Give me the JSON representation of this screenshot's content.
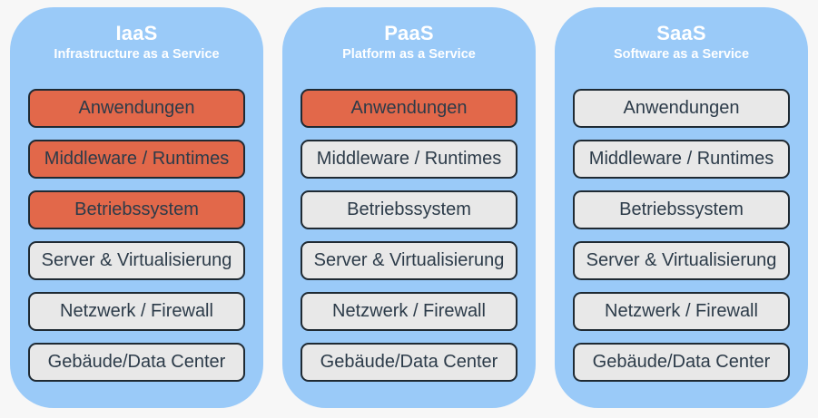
{
  "colors": {
    "page_bg": "#F7F7F7",
    "column_bg": "#9ACAF8",
    "box_managed": "#E2684A",
    "box_provider": "#E8E8E8",
    "box_border": "#1F2A33",
    "box_text": "#2C3B49",
    "title_text": "#FFFFFF",
    "divider": "#FFFFFF"
  },
  "columns": [
    {
      "id": "iaas",
      "title": "IaaS",
      "subtitle": "Infrastructure as a Service",
      "layers": [
        {
          "label": "Anwendungen",
          "highlighted": true
        },
        {
          "label": "Middleware / Runtimes",
          "highlighted": true
        },
        {
          "label": "Betriebssystem",
          "highlighted": true
        },
        {
          "label": "Server & Virtualisierung",
          "highlighted": false
        },
        {
          "label": "Netzwerk / Firewall",
          "highlighted": false
        },
        {
          "label": "Gebäude/Data Center",
          "highlighted": false
        }
      ]
    },
    {
      "id": "paas",
      "title": "PaaS",
      "subtitle": "Platform as a Service",
      "layers": [
        {
          "label": "Anwendungen",
          "highlighted": true
        },
        {
          "label": "Middleware / Runtimes",
          "highlighted": false
        },
        {
          "label": "Betriebssystem",
          "highlighted": false
        },
        {
          "label": "Server & Virtualisierung",
          "highlighted": false
        },
        {
          "label": "Netzwerk / Firewall",
          "highlighted": false
        },
        {
          "label": "Gebäude/Data Center",
          "highlighted": false
        }
      ]
    },
    {
      "id": "saas",
      "title": "SaaS",
      "subtitle": "Software as a Service",
      "layers": [
        {
          "label": "Anwendungen",
          "highlighted": false
        },
        {
          "label": "Middleware / Runtimes",
          "highlighted": false
        },
        {
          "label": "Betriebssystem",
          "highlighted": false
        },
        {
          "label": "Server & Virtualisierung",
          "highlighted": false
        },
        {
          "label": "Netzwerk / Firewall",
          "highlighted": false
        },
        {
          "label": "Gebäude/Data Center",
          "highlighted": false
        }
      ]
    }
  ]
}
